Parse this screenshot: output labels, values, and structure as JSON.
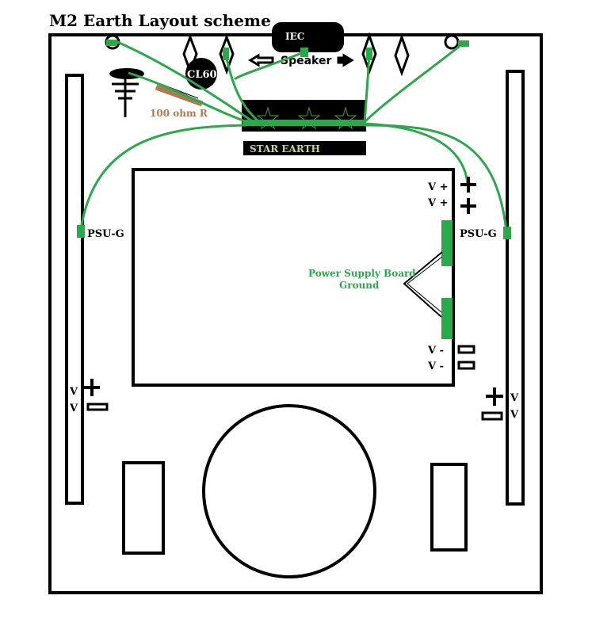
{
  "title": "M2 Earth Layout scheme",
  "labels": {
    "iec": "IEC",
    "speaker": "Speaker",
    "cl60": "CL60",
    "resistor": "100 ohm R",
    "star_earth": "STAR  EARTH",
    "psu_g_left": "PSU-G",
    "psu_g_right": "PSU-G",
    "v_plus_1": "V +",
    "v_plus_2": "V +",
    "psb_line1": "Power Supply Board",
    "psb_line2": "Ground",
    "v_minus_1": "V -",
    "v_minus_2": "V -",
    "v_left_1": "V",
    "v_left_2": "V",
    "v_right_1": "V",
    "v_right_2": "V"
  },
  "colors": {
    "wire": "#2aa84a",
    "resistor": "#b07a50",
    "star_text": "#b8e07a",
    "outline": "#000000"
  }
}
